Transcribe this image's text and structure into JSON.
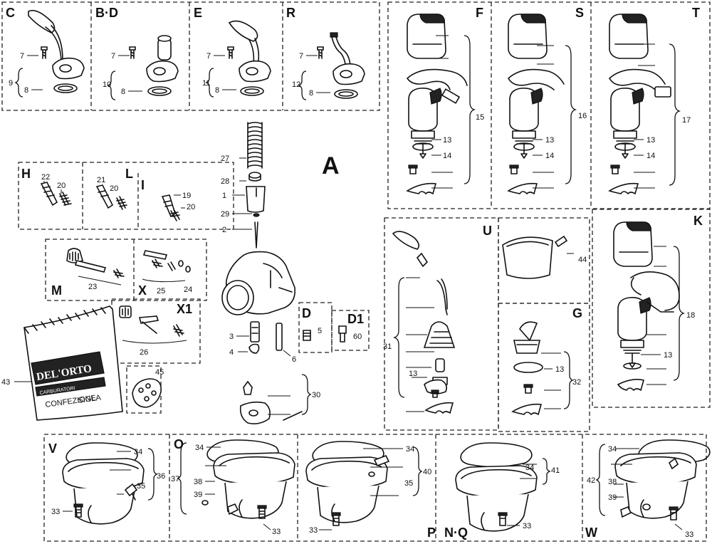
{
  "sections": {
    "C": "C",
    "BD": "B·D",
    "E": "E",
    "R": "R",
    "F": "F",
    "S": "S",
    "T": "T",
    "A": "A",
    "H": "H",
    "L": "L",
    "I": "I",
    "M": "M",
    "X": "X",
    "X1": "X1",
    "D": "D",
    "D1": "D1",
    "U": "U",
    "G": "G",
    "K": "K",
    "V": "V",
    "O": "O",
    "P": "P",
    "NQ": "N·Q",
    "W": "W"
  },
  "bag": {
    "brand": "DEL'ORTO",
    "line1": "CARBURATORI",
    "line2": "CONFEZIONE",
    "line3": "SIGLA"
  },
  "callouts": {
    "c7": "7",
    "c8": "8",
    "c9": "9",
    "bd7": "7",
    "bd8": "8",
    "bd10": "10",
    "e7": "7",
    "e8": "8",
    "e11": "11",
    "r7": "7",
    "r8": "8",
    "r12": "12",
    "f13": "13",
    "f14": "14",
    "f15": "15",
    "s13": "13",
    "s14": "14",
    "s16": "16",
    "t13": "13",
    "t14": "14",
    "t17": "17",
    "a27": "27",
    "a28": "28",
    "a1": "1",
    "a29": "29",
    "a2": "2",
    "a3": "3",
    "a4": "4",
    "a6": "6",
    "a30": "30",
    "h22": "22",
    "h20": "20",
    "l21": "21",
    "l20": "20",
    "i19": "19",
    "i20": "20",
    "m23": "23",
    "x25": "25",
    "x24": "24",
    "x126": "26",
    "n45": "45",
    "n43": "43",
    "d5": "5",
    "d160": "60",
    "u31": "31",
    "u13": "13",
    "g44": "44",
    "g13": "13",
    "g32": "32",
    "k18": "18",
    "k13": "13",
    "v34": "34",
    "v35": "35",
    "v36": "36",
    "v33": "33",
    "o34": "34",
    "o37": "37",
    "o38": "38",
    "o39": "39",
    "o33": "33",
    "p34": "34",
    "p40": "40",
    "p35": "35",
    "p33": "33",
    "nq34": "34",
    "nq41": "41",
    "nq33": "33",
    "w34": "34",
    "w42": "42",
    "w38": "38",
    "w39": "39",
    "w33": "33"
  }
}
